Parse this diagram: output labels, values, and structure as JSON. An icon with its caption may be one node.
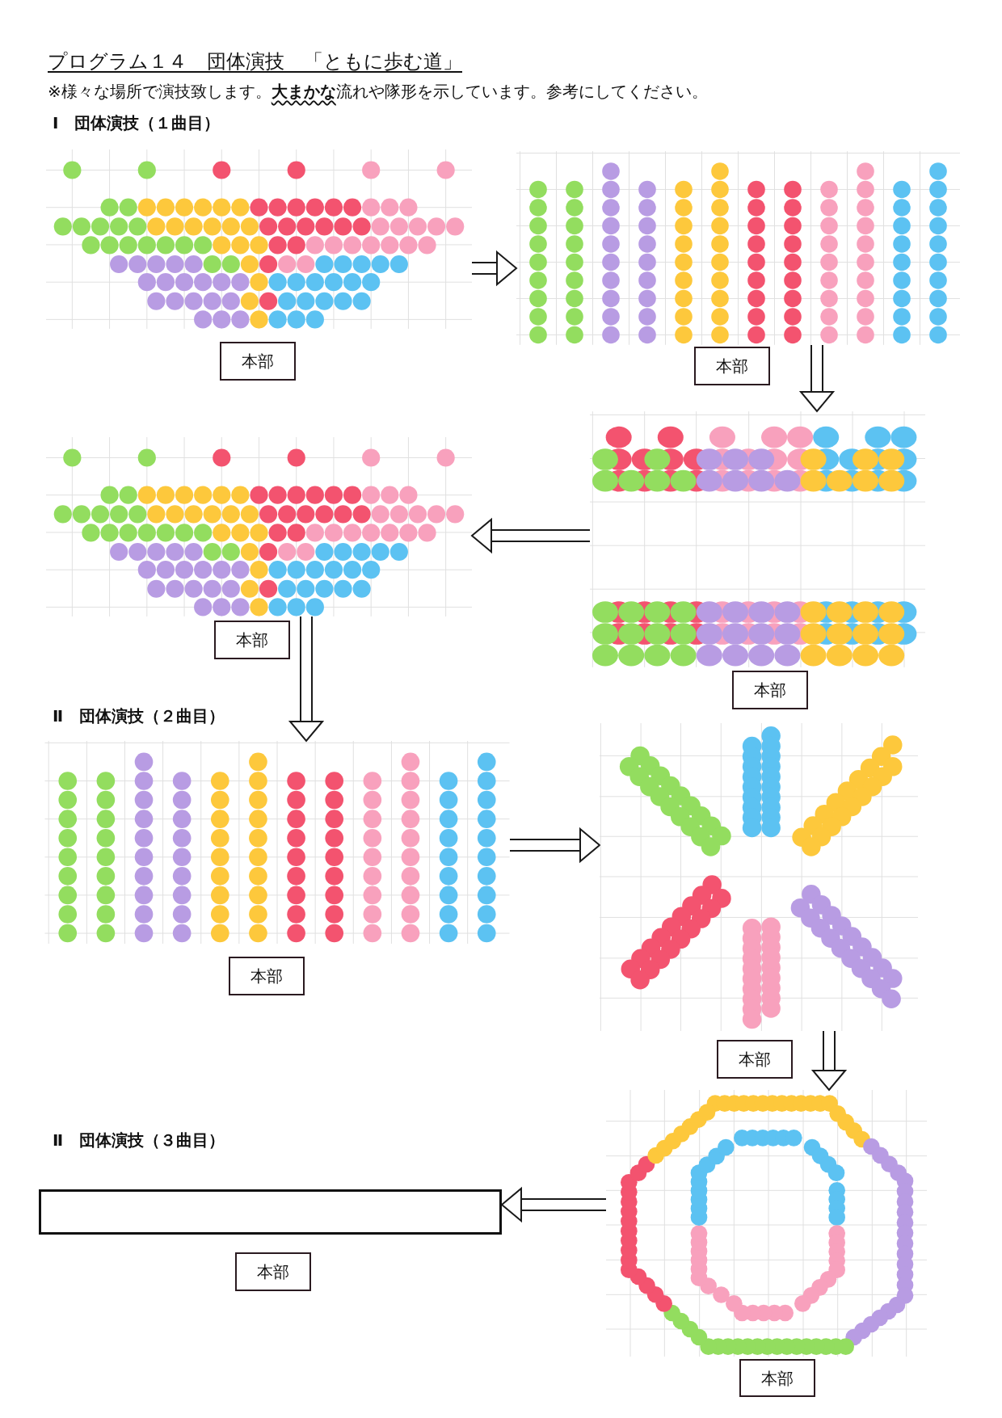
{
  "diagram": {
    "title": "プログラム１４　団体演技　「ともに歩む道」",
    "nodes": [
      {
        "text": [],
        "shape": "picture"
      },
      {
        "text": [
          "本部"
        ]
      },
      {
        "text": [],
        "shape": "picture"
      },
      {
        "text": [
          "本部"
        ]
      },
      {
        "text": [],
        "shape": "picture"
      },
      {
        "text": [
          "本部"
        ]
      },
      {
        "text": [],
        "shape": "picture"
      },
      {
        "text": [
          "本部"
        ]
      },
      {
        "text": [],
        "shape": "picture"
      },
      {
        "text": [
          "本部"
        ]
      },
      {
        "text": [],
        "shape": "picture"
      },
      {
        "text": [
          "本部"
        ]
      },
      {
        "text": [],
        "shape": "picture"
      },
      {
        "text": [
          "本部"
        ]
      },
      {
        "text": [],
        "shape": "box"
      },
      {
        "text": [
          "本部"
        ]
      }
    ],
    "edges": [
      {
        "from": 0,
        "to": 2,
        "arrow": "to"
      },
      {
        "from": 2,
        "to": 4,
        "arrow": "to"
      },
      {
        "from": 4,
        "to": 6,
        "arrow": "to"
      },
      {
        "from": 6,
        "to": 8,
        "arrow": "to"
      },
      {
        "from": 8,
        "to": 10,
        "arrow": "to"
      },
      {
        "from": 10,
        "to": 12,
        "arrow": "to"
      },
      {
        "from": 12,
        "to": 14,
        "arrow": "to"
      }
    ],
    "labels": [
      "※様々な場所で演技致します。**大まかな**流れや隊形を示しています。参考にしてください。",
      "Ⅰ　団体演技（１曲目）",
      "Ⅱ　団体演技（２曲目）",
      "Ⅱ　団体演技（３曲目）"
    ]
  }
}
